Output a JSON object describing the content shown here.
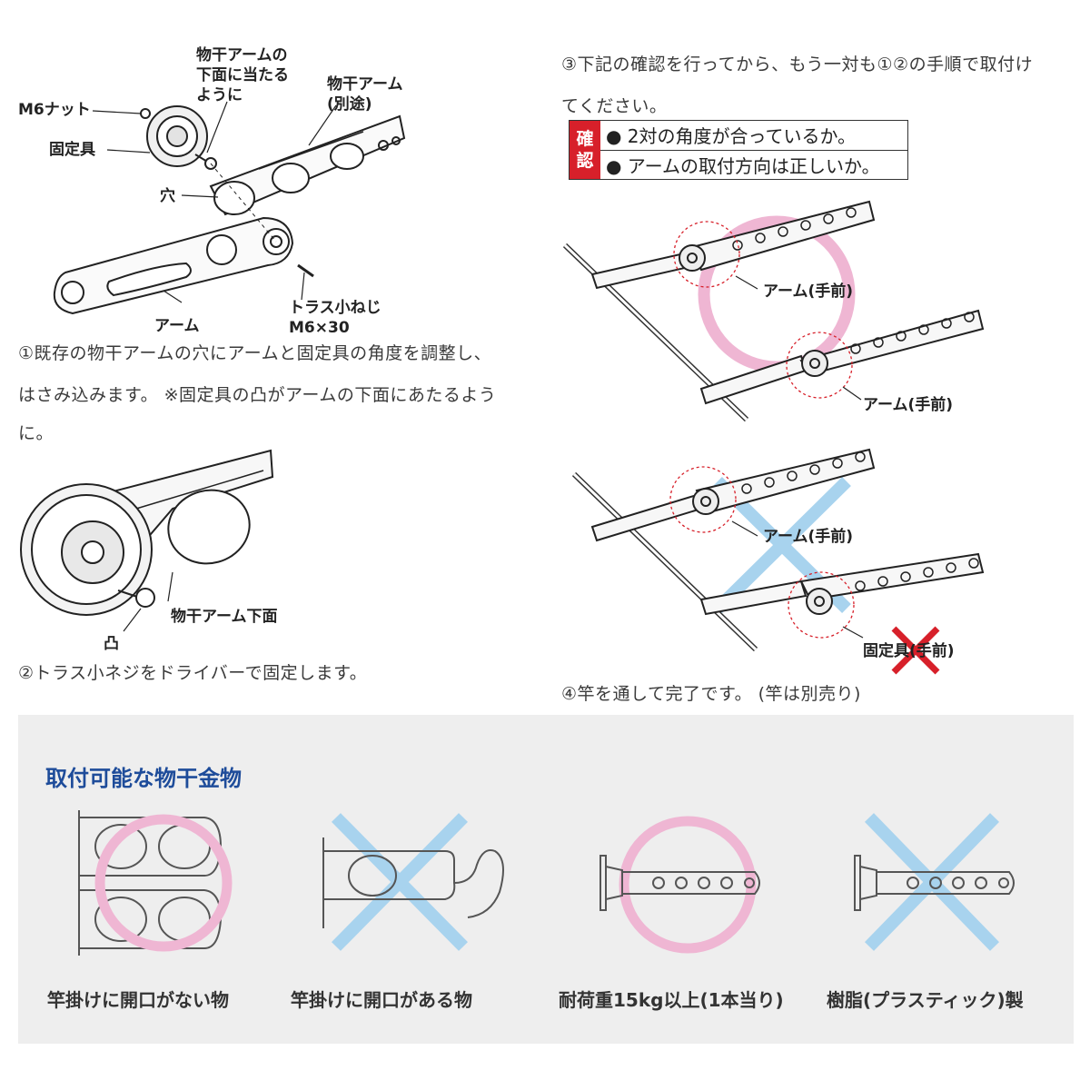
{
  "step1": {
    "callouts": {
      "arm_bottom": [
        "物干アームの",
        "下面に当たる",
        "ように"
      ],
      "hanger_arm": [
        "物干アーム",
        "(別途)"
      ],
      "nut": "M6ナット",
      "fixture": "固定具",
      "hole": "穴",
      "arm": "アーム",
      "screw": [
        "トラス小ねじ",
        "M6×30"
      ]
    },
    "text": [
      "①既存の物干アームの穴にアームと固定具の角度を調整し、",
      "はさみ込みます。 ※固定具の凸がアームの下面にあたるよう",
      "に。"
    ]
  },
  "step2": {
    "callouts": {
      "hanger_arm_bottom": "物干アーム下面",
      "bump_symbol": "凸"
    },
    "text": "②トラス小ネジをドライバーで固定します。"
  },
  "step3": {
    "text": [
      "③下記の確認を行ってから、もう一対も①②の手順で取付け",
      "てください。"
    ],
    "check_tag": [
      "確",
      "認"
    ],
    "check_items": [
      "● 2対の角度が合っているか。",
      "● アームの取付方向は正しいか。"
    ],
    "ok_callouts": [
      "アーム(手前)",
      "アーム(手前)"
    ],
    "ng_callouts": [
      "アーム(手前)",
      "固定具(手前)"
    ]
  },
  "step4": {
    "text": "④竿を通して完了です。 (竿は別売り)"
  },
  "compat": {
    "title": "取付可能な物干金物",
    "items": [
      {
        "caption": "竿掛けに開口がない物",
        "mark": "ok"
      },
      {
        "caption": "竿掛けに開口がある物",
        "mark": "ng"
      },
      {
        "caption": "耐荷重15kg以上(1本当り)",
        "mark": "ok"
      },
      {
        "caption": "樹脂(プラスティック)製",
        "mark": "ng"
      }
    ]
  },
  "colors": {
    "ok_circle": "#efb6d3",
    "ng_cross": "#a8d3ee",
    "check_red": "#d7202a",
    "title_blue": "#1e4c9a",
    "panel_bg": "#eeeeee"
  }
}
